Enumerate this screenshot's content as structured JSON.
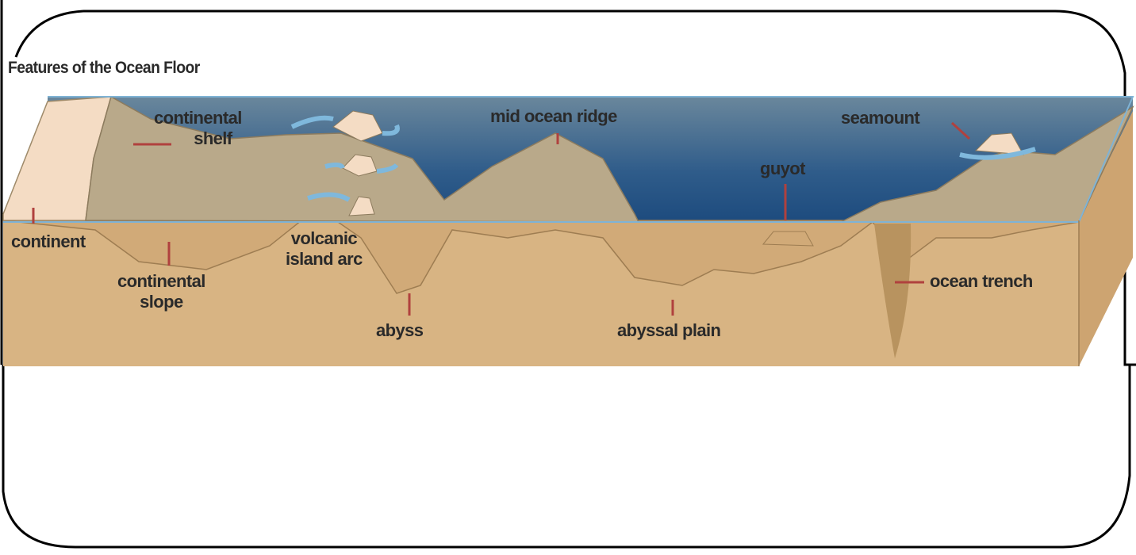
{
  "title": "Features of the Ocean Floor",
  "labels": {
    "continental_shelf_1": "continental",
    "continental_shelf_2": "shelf",
    "continent": "continent",
    "continental_slope_1": "continental",
    "continental_slope_2": "slope",
    "volcanic_island_arc_1": "volcanic",
    "volcanic_island_arc_2": "island arc",
    "abyss": "abyss",
    "mid_ocean_ridge": "mid ocean ridge",
    "guyot": "guyot",
    "abyssal_plain": "abyssal plain",
    "seamount": "seamount",
    "ocean_trench": "ocean trench"
  },
  "colors": {
    "water_top": "#5f7f97",
    "water_deep": "#1e4d80",
    "sediment": "#d8b483",
    "rock": "#b9a98a",
    "land": "#f4dcc4",
    "leader": "#b0413e"
  }
}
